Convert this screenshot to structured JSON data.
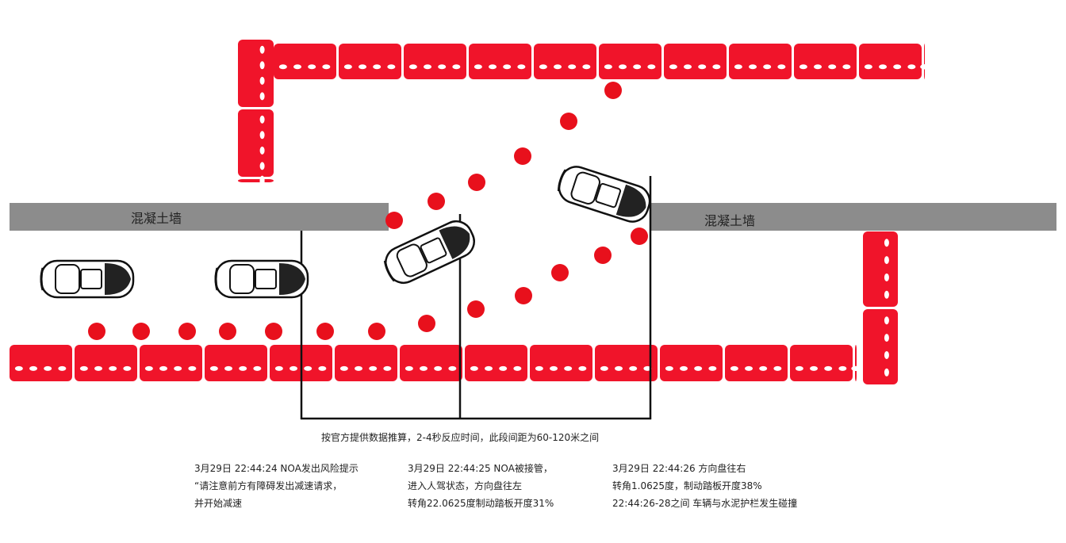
{
  "walls": {
    "left_label": "混凝土墙",
    "right_label": "混凝土墙"
  },
  "caption": "按官方提供数据推算，2-4秒反应时间，此段间距为60-120米之间",
  "events": [
    {
      "lines": [
        "3月29日 22:44:24 NOA发出风险提示",
        "“请注意前方有障碍发出减速请求，",
        "并开始减速"
      ]
    },
    {
      "lines": [
        "3月29日 22:44:25 NOA被接管，",
        "进入人驾状态，方向盘往左",
        "转角22.0625度制动踏板开度31%"
      ]
    },
    {
      "lines": [
        "3月29日 22:44:26 方向盘往右",
        "转角1.0625度，制动踏板开度38%",
        "22:44:26-28之间 车辆与水泥护栏发生碰撞"
      ]
    }
  ],
  "colors": {
    "barrier": "#f0142a",
    "wall": "#8c8c8c",
    "dot": "#e8101c"
  }
}
